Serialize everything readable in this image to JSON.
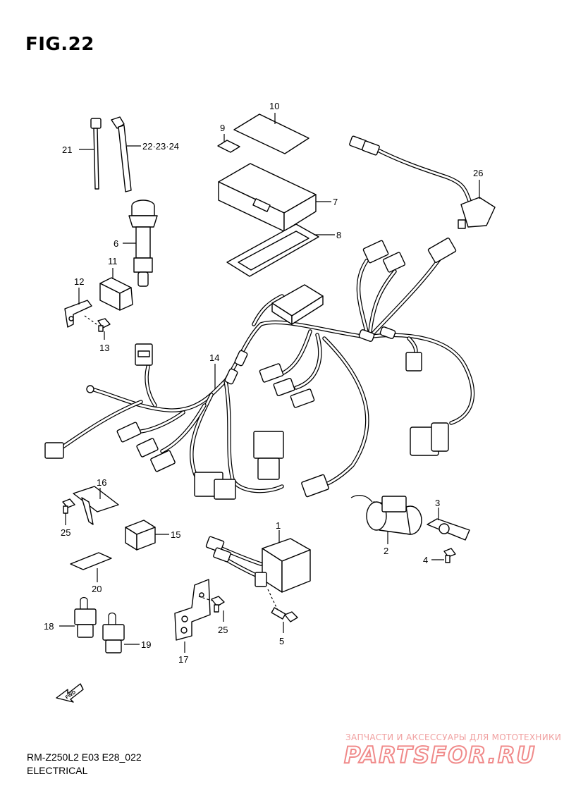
{
  "figure": {
    "title": "FIG.22"
  },
  "footer": {
    "model": "RM-Z250L2 E03 E28_022",
    "section": "ELECTRICAL"
  },
  "watermark": {
    "text": "ЗАПЧАСТИ И АКСЕССУАРЫ ДЛЯ МОТОТЕХНИКИ",
    "logo": "PARTSFOR.RU"
  },
  "fwd_mark": "FWD",
  "callouts": {
    "p1": "1",
    "p2": "2",
    "p3": "3",
    "p4": "4",
    "p5": "5",
    "p6": "6",
    "p7": "7",
    "p8": "8",
    "p9": "9",
    "p10": "10",
    "p11": "11",
    "p12": "12",
    "p13": "13",
    "p14": "14",
    "p15": "15",
    "p16": "16",
    "p17": "17",
    "p18": "18",
    "p19": "19",
    "p20": "20",
    "p21": "21",
    "p22_23_24": "22·23·24",
    "p25a": "25",
    "p25b": "25",
    "p26": "26"
  }
}
